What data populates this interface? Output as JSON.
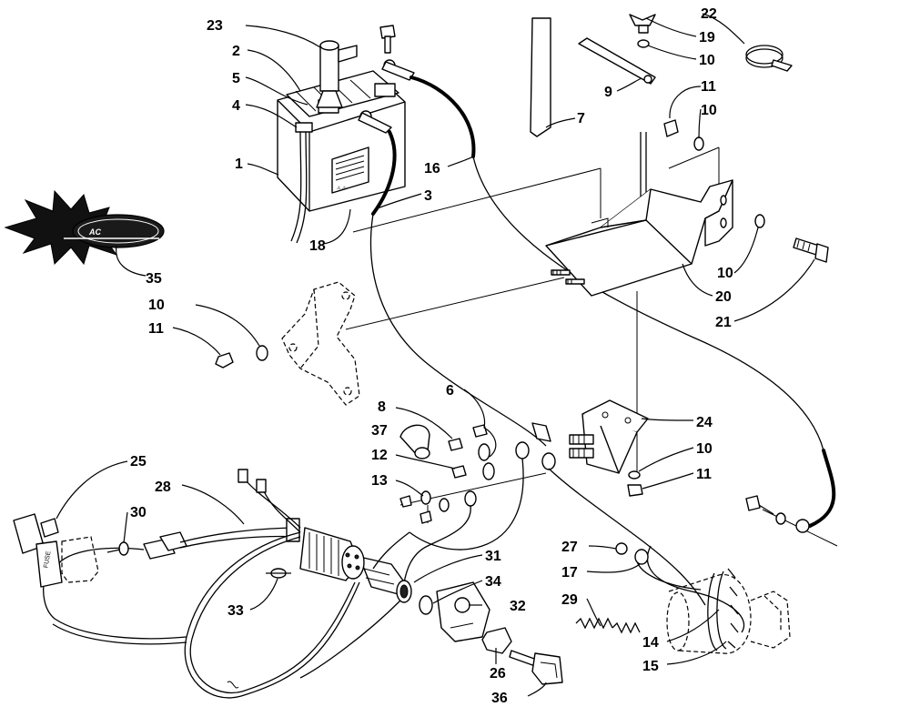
{
  "logo": {
    "text": "AC"
  },
  "callouts": [
    {
      "id": "c23",
      "label": "23"
    },
    {
      "id": "c2",
      "label": "2"
    },
    {
      "id": "c5",
      "label": "5"
    },
    {
      "id": "c4",
      "label": "4"
    },
    {
      "id": "c1",
      "label": "1"
    },
    {
      "id": "c16",
      "label": "16"
    },
    {
      "id": "c3",
      "label": "3"
    },
    {
      "id": "c18",
      "label": "18"
    },
    {
      "id": "c35",
      "label": "35"
    },
    {
      "id": "c10a",
      "label": "10"
    },
    {
      "id": "c11a",
      "label": "11"
    },
    {
      "id": "c22",
      "label": "22"
    },
    {
      "id": "c19",
      "label": "19"
    },
    {
      "id": "c10b",
      "label": "10"
    },
    {
      "id": "c9",
      "label": "9"
    },
    {
      "id": "c11b",
      "label": "11"
    },
    {
      "id": "c10c",
      "label": "10"
    },
    {
      "id": "c7",
      "label": "7"
    },
    {
      "id": "c10d",
      "label": "10"
    },
    {
      "id": "c20",
      "label": "20"
    },
    {
      "id": "c21",
      "label": "21"
    },
    {
      "id": "c8",
      "label": "8"
    },
    {
      "id": "c6",
      "label": "6"
    },
    {
      "id": "c37",
      "label": "37"
    },
    {
      "id": "c12",
      "label": "12"
    },
    {
      "id": "c13",
      "label": "13"
    },
    {
      "id": "c24",
      "label": "24"
    },
    {
      "id": "c10e",
      "label": "10"
    },
    {
      "id": "c11c",
      "label": "11"
    },
    {
      "id": "c25",
      "label": "25"
    },
    {
      "id": "c28",
      "label": "28"
    },
    {
      "id": "c30",
      "label": "30"
    },
    {
      "id": "c31",
      "label": "31"
    },
    {
      "id": "c34",
      "label": "34"
    },
    {
      "id": "c32",
      "label": "32"
    },
    {
      "id": "c33",
      "label": "33"
    },
    {
      "id": "c26",
      "label": "26"
    },
    {
      "id": "c36",
      "label": "36"
    },
    {
      "id": "c27",
      "label": "27"
    },
    {
      "id": "c17",
      "label": "17"
    },
    {
      "id": "c29",
      "label": "29"
    },
    {
      "id": "c14",
      "label": "14"
    },
    {
      "id": "c15",
      "label": "15"
    }
  ]
}
